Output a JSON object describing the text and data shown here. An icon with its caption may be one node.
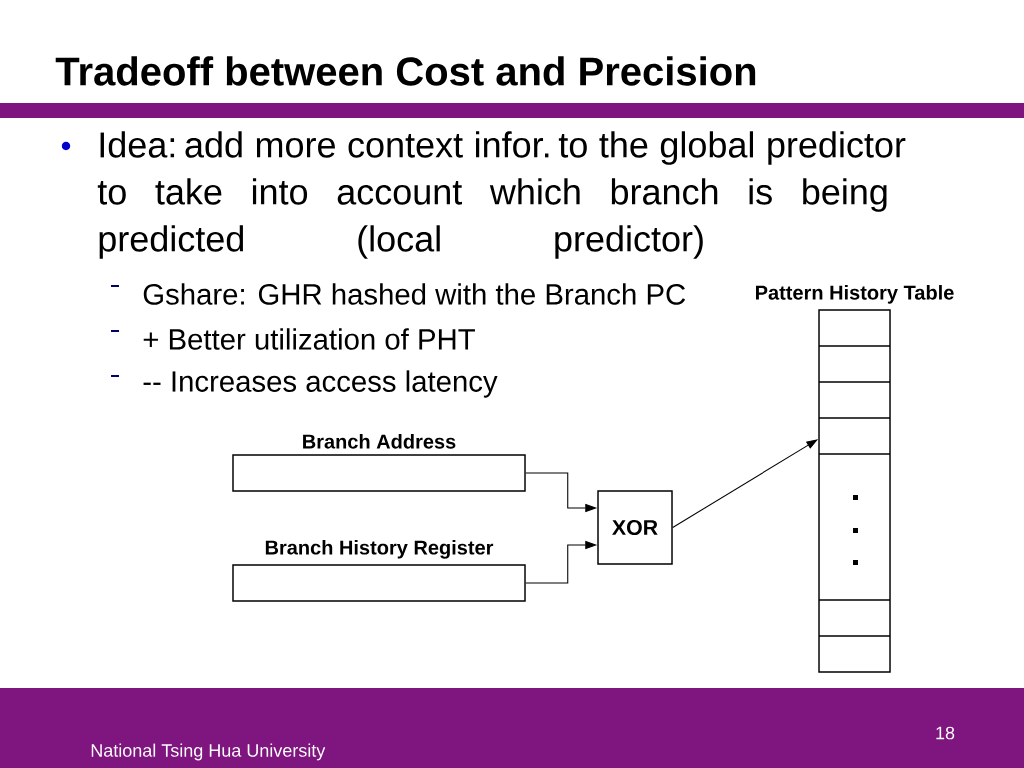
{
  "diagram": {
    "title": "Tradeoff between Cost and Precision",
    "nodes": [
      {
        "text": [
          "Branch Address"
        ]
      },
      {
        "text": [
          "Branch History Register"
        ]
      },
      {
        "text": [
          "XOR"
        ]
      },
      {
        "text": [
          "Pattern History Table"
        ]
      }
    ],
    "edges": [
      {
        "from": 0,
        "to": 2,
        "arrow": "to"
      },
      {
        "from": 1,
        "to": 2,
        "arrow": "to"
      },
      {
        "from": 2,
        "to": 3,
        "arrow": "to"
      }
    ],
    "labels": [
      "Idea: add more context infor. to the global predictor to take into account which branch is being predicted (local predictor)",
      "Gshare: GHR hashed with the Branch PC",
      "+ Better utilization of PHT",
      "-- Increases access latency",
      "National Tsing Hua University",
      "18"
    ]
  }
}
